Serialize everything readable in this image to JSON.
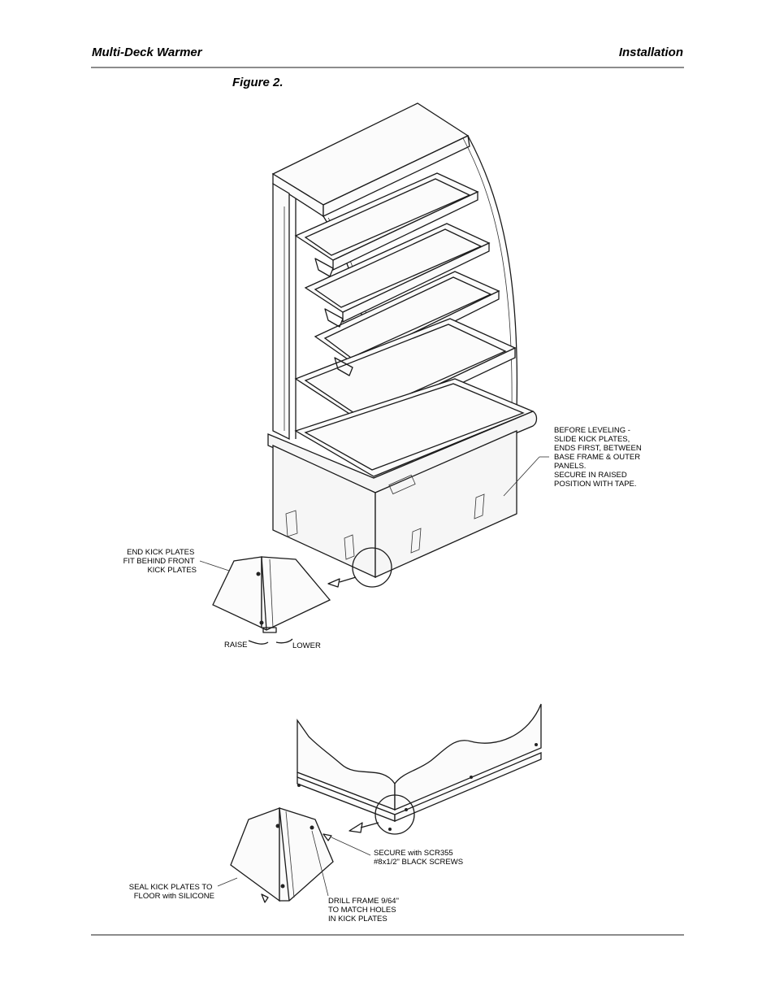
{
  "header": {
    "left_title": "Multi-Deck Warmer",
    "right_title": "Installation"
  },
  "figure": {
    "caption": "Figure 2."
  },
  "callouts": {
    "before_leveling": [
      "BEFORE LEVELING -",
      "SLIDE KICK PLATES,",
      "ENDS FIRST, BETWEEN",
      "BASE FRAME & OUTER",
      "PANELS.",
      "SECURE IN RAISED",
      "POSITION WITH TAPE."
    ],
    "end_kick_plates": [
      "END KICK PLATES",
      "FIT BEHIND FRONT",
      "KICK PLATES"
    ],
    "raise": "RAISE",
    "lower": "LOWER",
    "secure_screws": [
      "SECURE with SCR355",
      "#8x1/2\" BLACK SCREWS"
    ],
    "seal_kick_plates": [
      "SEAL KICK PLATES TO",
      "FLOOR with SILICONE"
    ],
    "drill_frame": [
      "DRILL FRAME 9/64\"",
      "TO MATCH HOLES",
      "IN KICK PLATES"
    ]
  }
}
